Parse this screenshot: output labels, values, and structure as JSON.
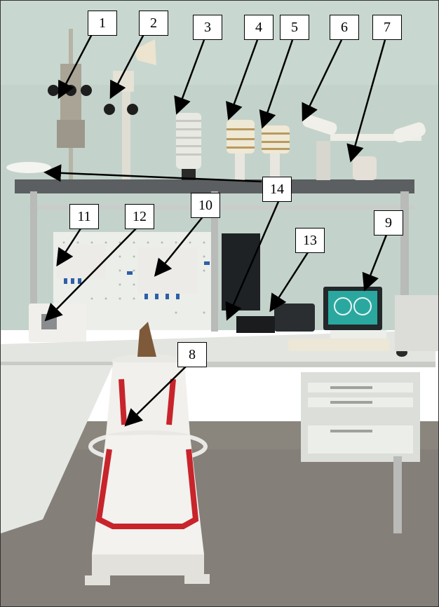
{
  "callouts": [
    {
      "id": "1",
      "label": "1"
    },
    {
      "id": "2",
      "label": "2"
    },
    {
      "id": "3",
      "label": "3"
    },
    {
      "id": "4",
      "label": "4"
    },
    {
      "id": "5",
      "label": "5"
    },
    {
      "id": "6",
      "label": "6"
    },
    {
      "id": "7",
      "label": "7"
    },
    {
      "id": "8",
      "label": "8"
    },
    {
      "id": "9",
      "label": "9"
    },
    {
      "id": "10",
      "label": "10"
    },
    {
      "id": "11",
      "label": "11"
    },
    {
      "id": "12",
      "label": "12"
    },
    {
      "id": "13",
      "label": "13"
    },
    {
      "id": "14",
      "label": "14"
    }
  ],
  "colors": {
    "wall": "#c4d4cc",
    "desk": "#e4e6e2",
    "floor": "#8b867e",
    "sampler_red": "#c8242c",
    "monitor_screen": "#2aa8a0"
  }
}
